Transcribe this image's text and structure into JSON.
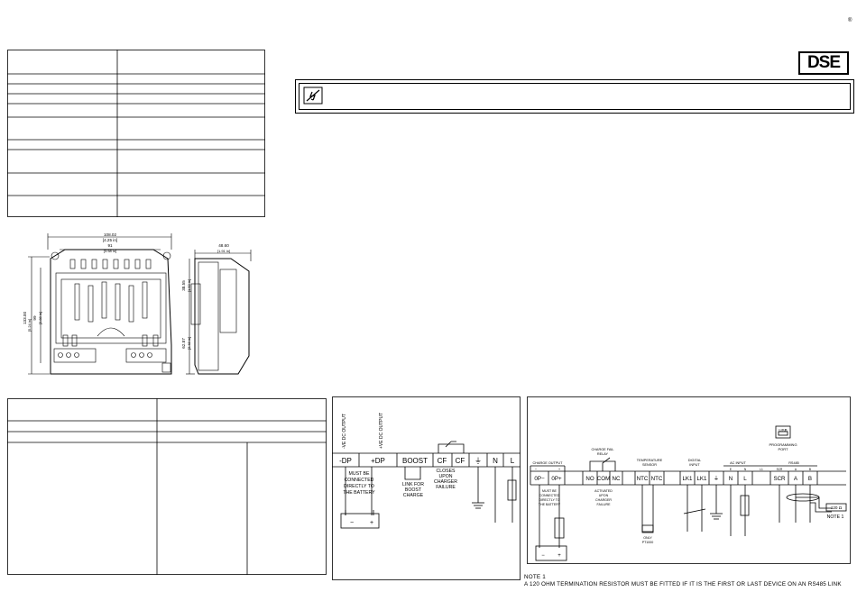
{
  "brand": {
    "logo_text": "DSE",
    "registered_mark": "®"
  },
  "dimensions": {
    "width_mm": "108.02",
    "width_in": "[4.25 in]",
    "inner_width_mm": "91",
    "inner_width_in": "[3.58 in]",
    "height_mm": "133.00",
    "height_in": "[5.24 in]",
    "inner_height_mm": "99",
    "inner_height_in": "[3.88 in]",
    "side_depth_mm": "48.60",
    "side_depth_in": "[1.91 in]",
    "side_upper_mm": "38.55",
    "side_upper_in": "[1.52 in]",
    "side_lower_mm": "62.87",
    "side_lower_in": "[2.48 in]"
  },
  "wiring_left": {
    "terminals": [
      "-DP",
      "+DP",
      "BOOST",
      "CF",
      "CF",
      "⏚",
      "N",
      "L"
    ],
    "vertical_labels": [
      "-VE DC OUTPUT",
      "+VE DC OUTPUT"
    ],
    "note_battery": [
      "MUST BE",
      "CONNECTED",
      "DIRECTLY TO",
      "THE BATTERY"
    ],
    "note_boost": [
      "LINK FOR",
      "BOOST",
      "CHARGE"
    ],
    "note_cf": [
      "CLOSES",
      "UPON",
      "CHARGER",
      "FAILURE"
    ],
    "battery_minus": "−",
    "battery_plus": "+"
  },
  "wiring_right": {
    "usb_label": "USB",
    "usb_caption": [
      "PROGRAMMING",
      "PORT"
    ],
    "groups": {
      "charge_output": "CHARGE OUTPUT",
      "charge_fail": [
        "CHARGE FAIL",
        "RELAY"
      ],
      "temperature": [
        "TEMPERATURE",
        "SENSOR"
      ],
      "digital": [
        "DIGITAL",
        "INPUT"
      ],
      "ac_input": "AC INPUT",
      "rs485": "RS485"
    },
    "sub_headers": {
      "charge_minus": "−",
      "charge_plus": "+",
      "ac_e": "E",
      "ac_n": "N",
      "ac_l": "L1",
      "rs_scr": "SCR",
      "rs_a": "A",
      "rs_b": "B"
    },
    "terminals": [
      "0P−",
      "0P+",
      "NO",
      "COM",
      "NC",
      "NTC",
      "NTC",
      "LK1",
      "LK1",
      "⏚",
      "N",
      "L",
      "SCR",
      "A",
      "B"
    ],
    "note_battery": [
      "MUST BE",
      "CONNECTED",
      "DIRECTLY TO",
      "THE BATTERY"
    ],
    "note_relay": [
      "ACTIVATED",
      "UPON",
      "CHARGER",
      "FAILURE"
    ],
    "note_temp": [
      "ONLY",
      "PT1000"
    ],
    "resistor_label": "120 Ω",
    "note_ref": "NOTE 1",
    "battery_minus": "−",
    "battery_plus": "+"
  },
  "footer_note": {
    "title": "NOTE 1",
    "text": "A 120 OHM TERMINATION RESISTOR MUST BE FITTED IF IT IS THE FIRST OR LAST DEVICE ON AN RS485 LINK"
  }
}
